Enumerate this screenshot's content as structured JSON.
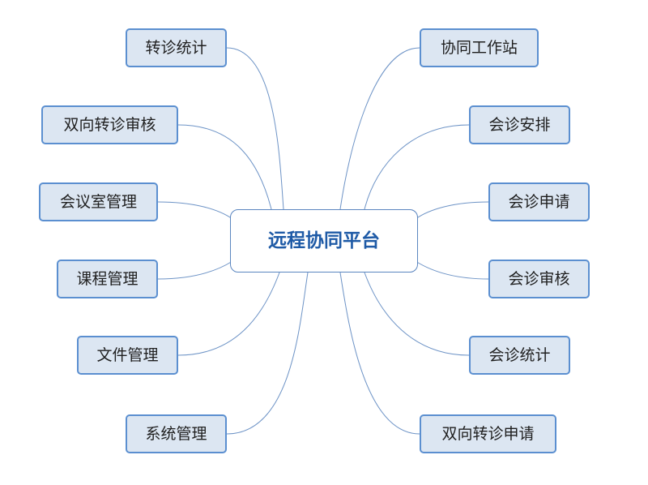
{
  "center": {
    "label": "远程协同平台"
  },
  "left_nodes": [
    {
      "label": "转诊统计"
    },
    {
      "label": "双向转诊审核"
    },
    {
      "label": "会议室管理"
    },
    {
      "label": "课程管理"
    },
    {
      "label": "文件管理"
    },
    {
      "label": "系统管理"
    }
  ],
  "right_nodes": [
    {
      "label": "协同工作站"
    },
    {
      "label": "会诊安排"
    },
    {
      "label": "会诊申请"
    },
    {
      "label": "会诊审核"
    },
    {
      "label": "会诊统计"
    },
    {
      "label": "双向转诊申请"
    }
  ],
  "colors": {
    "node_fill": "#dce6f2",
    "node_border": "#5b8fd0",
    "center_text": "#1e5aa6",
    "connector": "#6d93c6"
  }
}
